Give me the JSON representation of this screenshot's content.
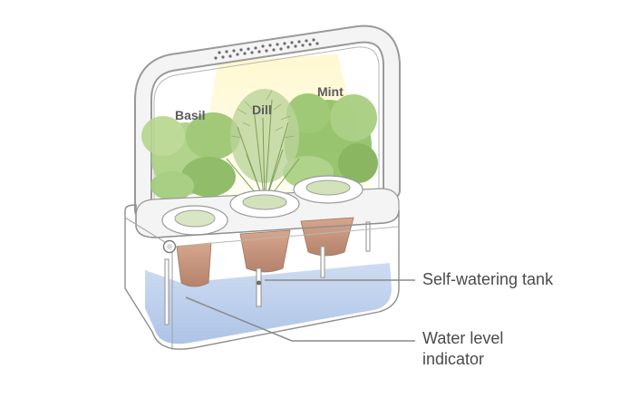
{
  "plants": [
    {
      "name": "Basil"
    },
    {
      "name": "Dill"
    },
    {
      "name": "Mint"
    }
  ],
  "callouts": {
    "tank": "Self-watering tank",
    "indicator_line1": "Water level",
    "indicator_line2": "indicator"
  },
  "colors": {
    "water": "#b9cdea",
    "foliage": "#8dbb5c",
    "soil_pod": "#c6967e",
    "led_glow": "#fff3b0",
    "frame": "#f2f2f2",
    "outline": "#9a9a9a",
    "leader_line": "#8a8a8a"
  }
}
